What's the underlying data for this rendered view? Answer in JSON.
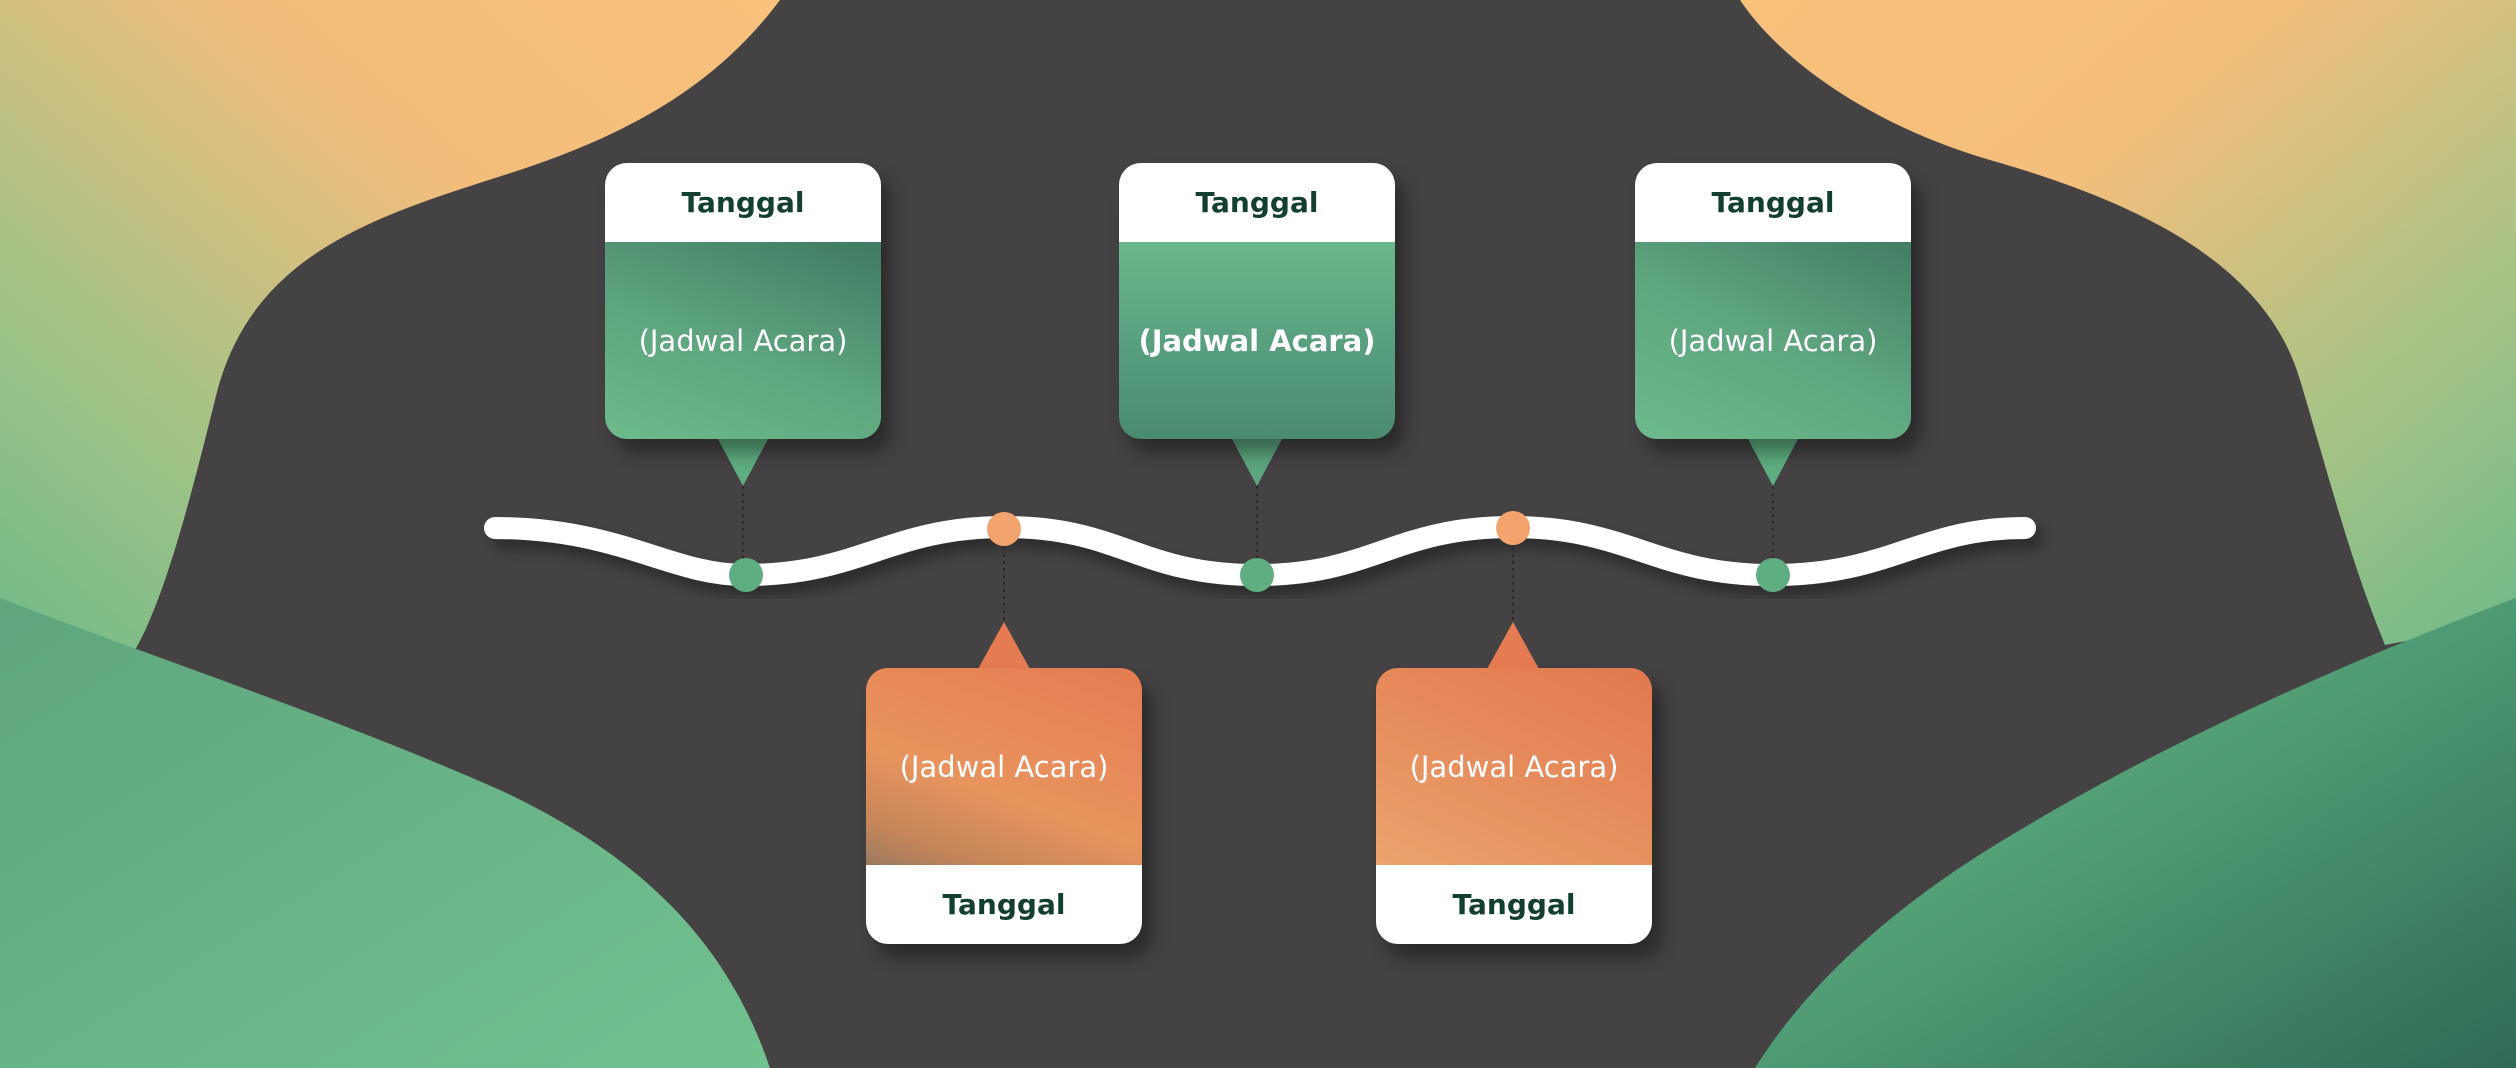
{
  "timeline": {
    "top_cards": [
      {
        "date": "Tanggal",
        "event": "(Jadwal Acara)"
      },
      {
        "date": "Tanggal",
        "event": "(Jadwal Acara)"
      },
      {
        "date": "Tanggal",
        "event": "(Jadwal Acara)"
      }
    ],
    "bottom_cards": [
      {
        "date": "Tanggal",
        "event": "(Jadwal Acara)"
      },
      {
        "date": "Tanggal",
        "event": "(Jadwal Acara)"
      }
    ]
  },
  "colors": {
    "background": "#444243",
    "green_accent": "#5fae82",
    "orange_accent": "#e57b52",
    "peach_accent": "#f7c07b",
    "date_text": "#123f30"
  }
}
